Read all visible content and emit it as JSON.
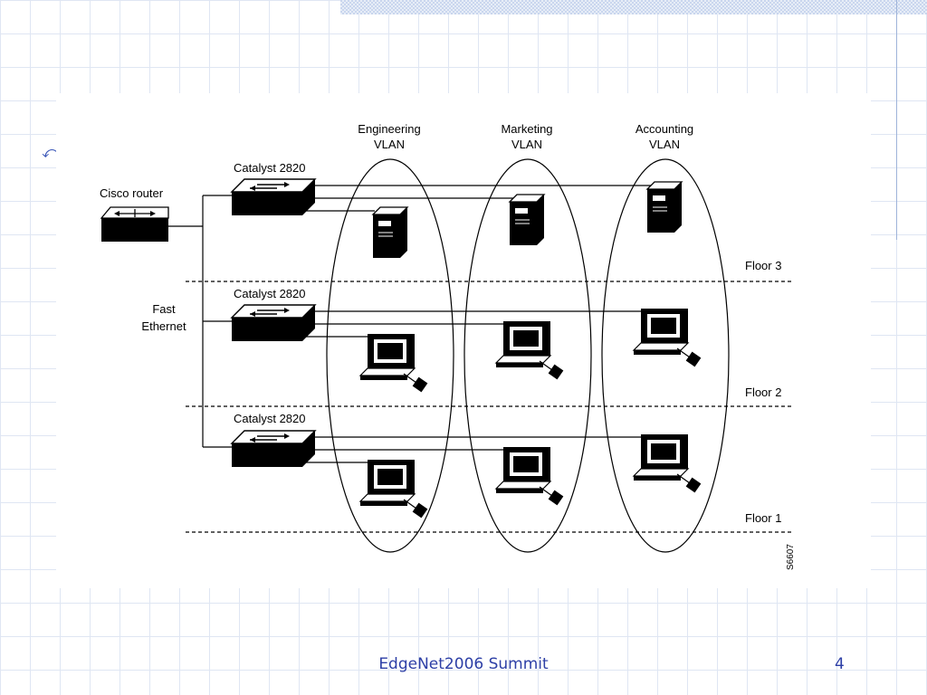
{
  "slide": {
    "footer_title": "EdgeNet2006 Summit",
    "page_number": "4"
  },
  "diagram": {
    "router_label": "Cisco router",
    "switch_label": "Catalyst 2820",
    "backbone_label_line1": "Fast",
    "backbone_label_line2": "Ethernet",
    "vlans": [
      {
        "line1": "Engineering",
        "line2": "VLAN"
      },
      {
        "line1": "Marketing",
        "line2": "VLAN"
      },
      {
        "line1": "Accounting",
        "line2": "VLAN"
      }
    ],
    "floors": [
      "Floor 3",
      "Floor 2",
      "Floor 1"
    ],
    "figure_id": "S6607"
  },
  "icons": {
    "bullet": "bullet-icon",
    "router": "router-icon",
    "switch": "switch-icon",
    "server": "server-icon",
    "workstation": "workstation-icon"
  }
}
